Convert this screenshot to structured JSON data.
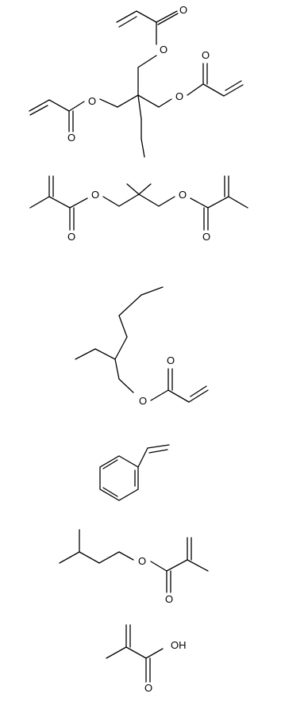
{
  "atoms": {
    "oxygen": "O",
    "hydroxyl": "OH"
  },
  "structures": [
    {
      "id": "trimethylolpropane-triacrylate"
    },
    {
      "id": "neopentyl-glycol-dimethacrylate"
    },
    {
      "id": "2-ethylhexyl-acrylate"
    },
    {
      "id": "styrene"
    },
    {
      "id": "isobutyl-methacrylate"
    },
    {
      "id": "methacrylic-acid"
    }
  ]
}
